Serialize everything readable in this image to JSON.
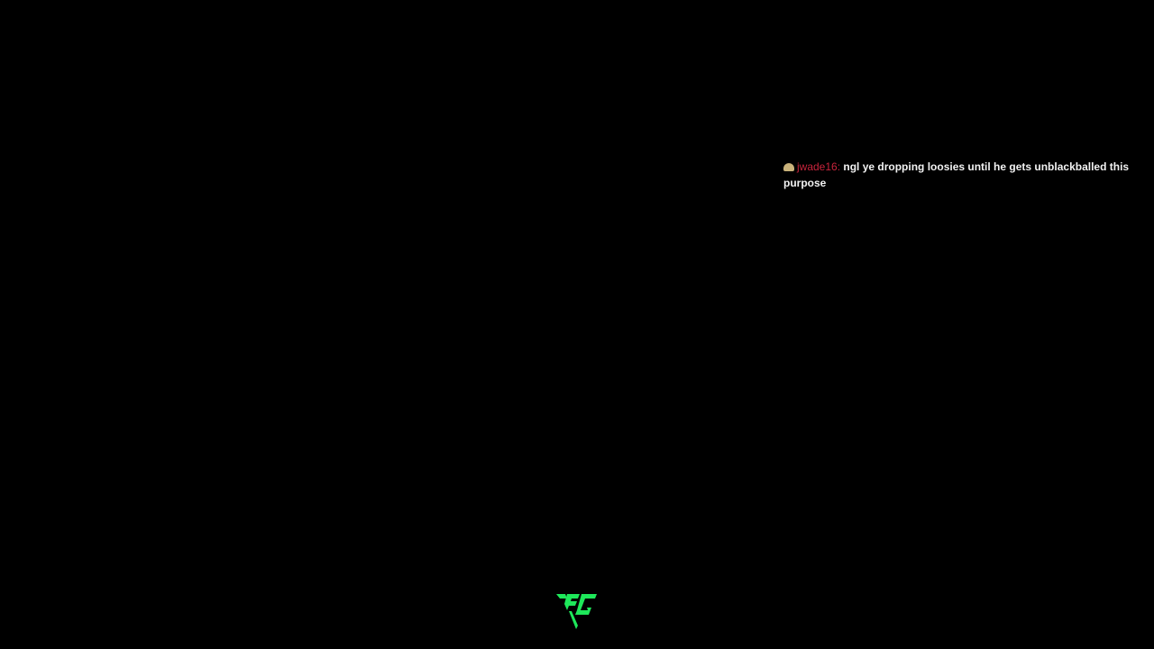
{
  "chat": {
    "username": "jwade16",
    "separator": ": ",
    "message": "ngl ye dropping loosies until he gets unblackballed this purpose",
    "user_color": "#c8243c"
  },
  "logo": {
    "text": "FC",
    "color": "#1ee85a"
  }
}
